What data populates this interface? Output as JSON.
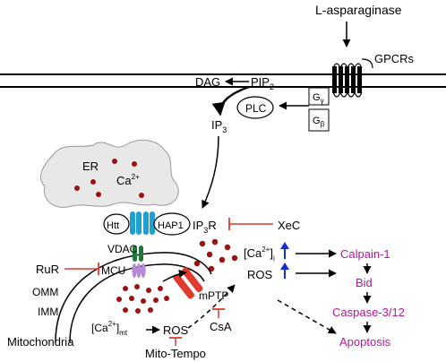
{
  "stimulus": "L-asparaginase",
  "receptor": "GPCRs",
  "gprotein": {
    "gamma": "G",
    "gamma_sub": "γ",
    "beta": "G",
    "beta_sub": "β"
  },
  "membrane": {
    "dag": "DAG",
    "pip2": "PIP",
    "pip2_sub": "2",
    "plc": "PLC",
    "ip3": "IP",
    "ip3_sub": "3"
  },
  "er": {
    "label": "ER",
    "ca": "Ca",
    "ca_sup": "2+"
  },
  "channels": {
    "htt": "Htt",
    "hap1": "HAP1",
    "ip3r": "IP",
    "ip3r_sub": "3",
    "ip3r_tail": "R",
    "xec": "XeC"
  },
  "cytosol": {
    "ca_bracket": "[Ca",
    "ca_sup": "2+",
    "ca_close": "]",
    "ca_sub": "i",
    "ros": "ROS"
  },
  "cascade": [
    "Calpain-1",
    "Bid",
    "Caspase-3/12",
    "Apoptosis"
  ],
  "mito": {
    "vdac": "VDAC",
    "mcu": "MCU",
    "rur": "RuR",
    "omm": "OMM",
    "imm": "IMM",
    "ca_mt": "[Ca",
    "ca_mt_sup": "2+",
    "ca_mt_close": "]",
    "ca_mt_sub": "mt",
    "ros": "ROS",
    "mptp": "mPTP",
    "csa": "CsA",
    "mito_tempo": "Mito-Tempo",
    "label": "Mitochondria"
  },
  "colors": {
    "line": "#000000",
    "er_fill": "#e8e8e8",
    "er_stroke": "#999999",
    "dot": "#991111",
    "channel": "#1ea0d0",
    "vdac": "#1f7a3a",
    "mcu": "#b58ad8",
    "mptp": "#e03a2f",
    "inhibitor": "#e03a2f",
    "up_arrow": "#1030d0",
    "cascade": "#b0199a"
  }
}
